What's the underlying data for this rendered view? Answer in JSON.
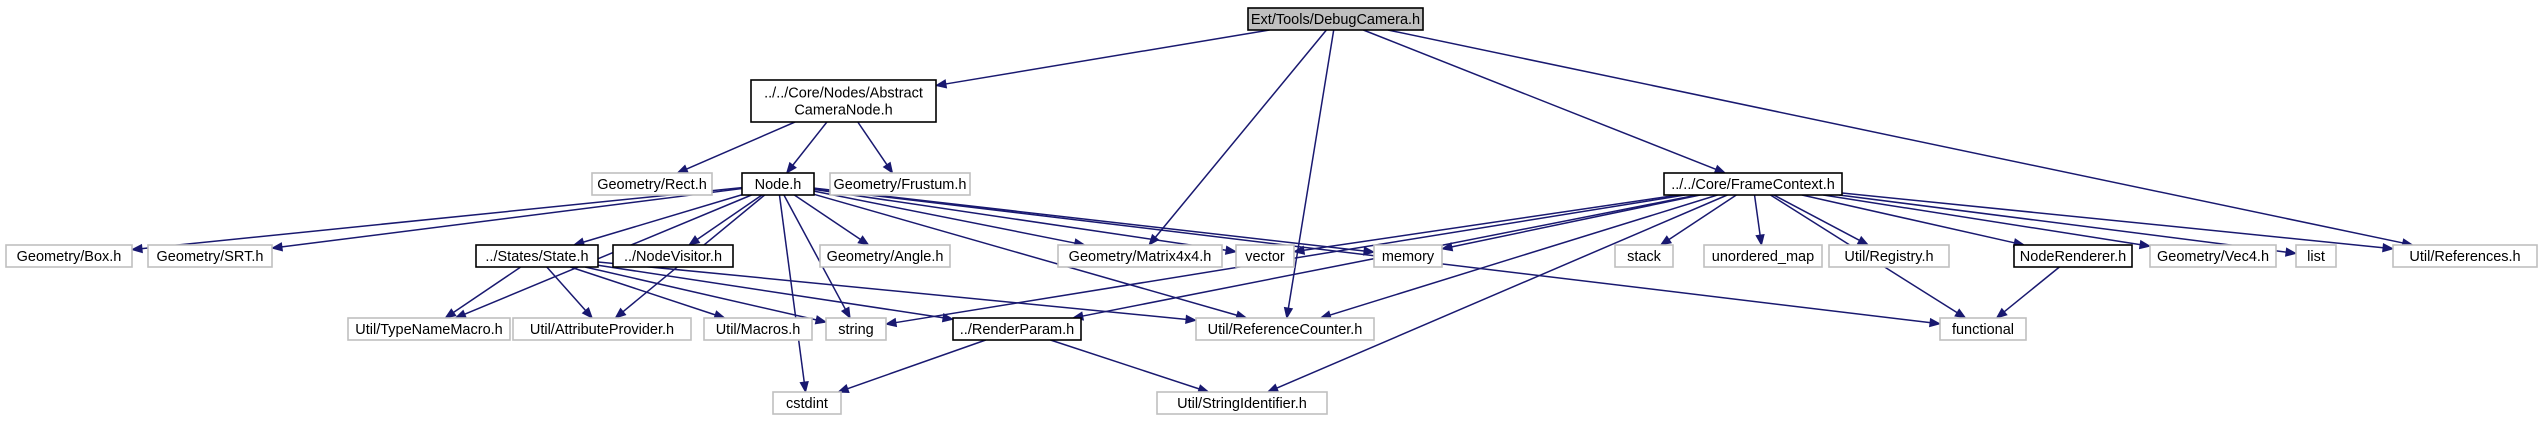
{
  "colors": {
    "edge": "#191970",
    "root_fill": "#bfbfbf",
    "border_dim": "#bfbfbf",
    "border_normal": "#000000"
  },
  "nodes": [
    {
      "id": "debugcamera",
      "lines": [
        "Ext/Tools/DebugCamera.h"
      ],
      "style": "root"
    },
    {
      "id": "abstractcamera",
      "lines": [
        "../../Core/Nodes/Abstract",
        "CameraNode.h"
      ],
      "style": "normal"
    },
    {
      "id": "framecontext",
      "lines": [
        "../../Core/FrameContext.h"
      ],
      "style": "normal"
    },
    {
      "id": "rect",
      "lines": [
        "Geometry/Rect.h"
      ],
      "style": "dim"
    },
    {
      "id": "node",
      "lines": [
        "Node.h"
      ],
      "style": "normal"
    },
    {
      "id": "frustum",
      "lines": [
        "Geometry/Frustum.h"
      ],
      "style": "dim"
    },
    {
      "id": "box",
      "lines": [
        "Geometry/Box.h"
      ],
      "style": "dim"
    },
    {
      "id": "srt",
      "lines": [
        "Geometry/SRT.h"
      ],
      "style": "dim"
    },
    {
      "id": "state",
      "lines": [
        "../States/State.h"
      ],
      "style": "normal"
    },
    {
      "id": "nodevisitor",
      "lines": [
        "../NodeVisitor.h"
      ],
      "style": "normal"
    },
    {
      "id": "angle",
      "lines": [
        "Geometry/Angle.h"
      ],
      "style": "dim"
    },
    {
      "id": "matrix",
      "lines": [
        "Geometry/Matrix4x4.h"
      ],
      "style": "dim"
    },
    {
      "id": "vector",
      "lines": [
        "vector"
      ],
      "style": "dim"
    },
    {
      "id": "memory",
      "lines": [
        "memory"
      ],
      "style": "dim"
    },
    {
      "id": "stack",
      "lines": [
        "stack"
      ],
      "style": "dim"
    },
    {
      "id": "unordered",
      "lines": [
        "unordered_map"
      ],
      "style": "dim"
    },
    {
      "id": "registry",
      "lines": [
        "Util/Registry.h"
      ],
      "style": "dim"
    },
    {
      "id": "noderenderer",
      "lines": [
        "NodeRenderer.h"
      ],
      "style": "normal"
    },
    {
      "id": "vec4",
      "lines": [
        "Geometry/Vec4.h"
      ],
      "style": "dim"
    },
    {
      "id": "list",
      "lines": [
        "list"
      ],
      "style": "dim"
    },
    {
      "id": "references",
      "lines": [
        "Util/References.h"
      ],
      "style": "dim"
    },
    {
      "id": "typename",
      "lines": [
        "Util/TypeNameMacro.h"
      ],
      "style": "dim"
    },
    {
      "id": "attribute",
      "lines": [
        "Util/AttributeProvider.h"
      ],
      "style": "dim"
    },
    {
      "id": "macros",
      "lines": [
        "Util/Macros.h"
      ],
      "style": "dim"
    },
    {
      "id": "string",
      "lines": [
        "string"
      ],
      "style": "dim"
    },
    {
      "id": "renderparam",
      "lines": [
        "../RenderParam.h"
      ],
      "style": "normal"
    },
    {
      "id": "refcounter",
      "lines": [
        "Util/ReferenceCounter.h"
      ],
      "style": "dim"
    },
    {
      "id": "functional",
      "lines": [
        "functional"
      ],
      "style": "dim"
    },
    {
      "id": "cstdint",
      "lines": [
        "cstdint"
      ],
      "style": "dim"
    },
    {
      "id": "stringid",
      "lines": [
        "Util/StringIdentifier.h"
      ],
      "style": "dim"
    }
  ],
  "edges": [
    [
      "debugcamera",
      "abstractcamera"
    ],
    [
      "debugcamera",
      "matrix"
    ],
    [
      "debugcamera",
      "framecontext"
    ],
    [
      "debugcamera",
      "references"
    ],
    [
      "debugcamera",
      "refcounter"
    ],
    [
      "abstractcamera",
      "rect"
    ],
    [
      "abstractcamera",
      "node"
    ],
    [
      "abstractcamera",
      "frustum"
    ],
    [
      "node",
      "box"
    ],
    [
      "node",
      "srt"
    ],
    [
      "node",
      "state"
    ],
    [
      "node",
      "nodevisitor"
    ],
    [
      "node",
      "angle"
    ],
    [
      "node",
      "matrix"
    ],
    [
      "node",
      "vector"
    ],
    [
      "node",
      "memory"
    ],
    [
      "node",
      "typename"
    ],
    [
      "node",
      "attribute"
    ],
    [
      "node",
      "string"
    ],
    [
      "node",
      "refcounter"
    ],
    [
      "node",
      "functional"
    ],
    [
      "node",
      "cstdint"
    ],
    [
      "state",
      "typename"
    ],
    [
      "state",
      "attribute"
    ],
    [
      "state",
      "macros"
    ],
    [
      "state",
      "string"
    ],
    [
      "state",
      "renderparam"
    ],
    [
      "state",
      "refcounter"
    ],
    [
      "framecontext",
      "vector"
    ],
    [
      "framecontext",
      "memory"
    ],
    [
      "framecontext",
      "stack"
    ],
    [
      "framecontext",
      "unordered"
    ],
    [
      "framecontext",
      "registry"
    ],
    [
      "framecontext",
      "noderenderer"
    ],
    [
      "framecontext",
      "vec4"
    ],
    [
      "framecontext",
      "list"
    ],
    [
      "framecontext",
      "references"
    ],
    [
      "framecontext",
      "functional"
    ],
    [
      "framecontext",
      "string"
    ],
    [
      "framecontext",
      "renderparam"
    ],
    [
      "framecontext",
      "refcounter"
    ],
    [
      "framecontext",
      "stringid"
    ],
    [
      "noderenderer",
      "functional"
    ],
    [
      "renderparam",
      "cstdint"
    ],
    [
      "renderparam",
      "stringid"
    ]
  ]
}
